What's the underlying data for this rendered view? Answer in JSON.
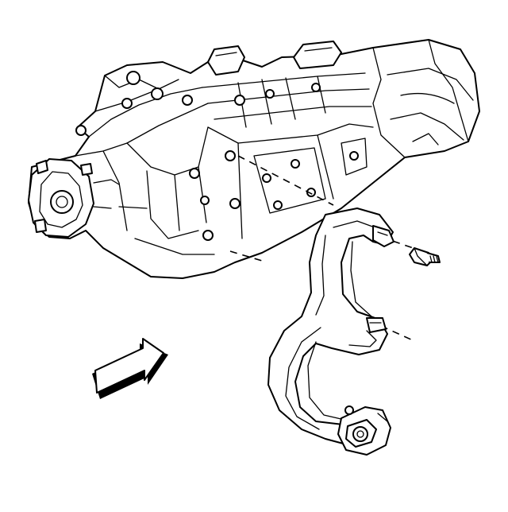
{
  "diagram": {
    "kind": "exploded assembly illustration",
    "parts": [
      "transmission",
      "mount-bracket",
      "bolt"
    ],
    "direction_indicator": "arrow-icon",
    "colors": {
      "line": "#000000",
      "background": "#ffffff",
      "arrow_shadow": "#000000"
    }
  }
}
